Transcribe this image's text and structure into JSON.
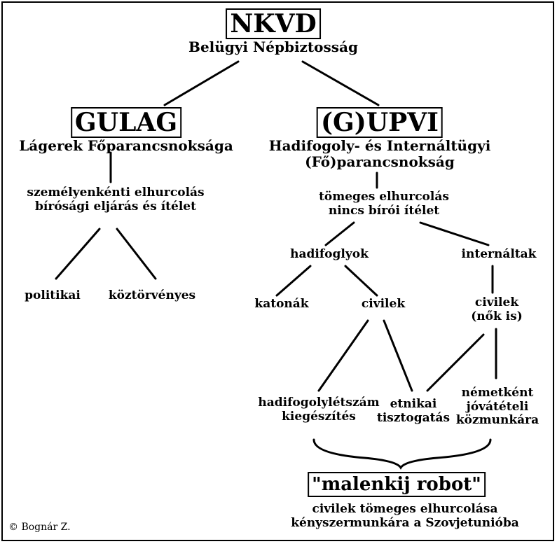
{
  "root": {
    "title": "NKVD",
    "subtitle": "Belügyi Népbiztosság"
  },
  "gulag": {
    "title": "GULAG",
    "subtitle": "Lágerek Főparancsnoksága",
    "method": [
      "személyenkénti elhurcolás",
      "bírósági eljárás és ítélet"
    ],
    "children": [
      "politikai",
      "köztörvényes"
    ]
  },
  "gupvi": {
    "title": "(G)UPVI",
    "subtitle": [
      "Hadifogoly- és Internáltügyi",
      "(Fő)parancsnokság"
    ],
    "method": [
      "tömeges elhurcolás",
      "nincs bírói ítélet"
    ],
    "hadifoglyok": {
      "label": "hadifoglyok",
      "children": [
        "katonák",
        "civilek"
      ]
    },
    "internaltak": {
      "label": "internáltak",
      "civilek": [
        "civilek",
        "(nők is)"
      ]
    },
    "outcomes": {
      "hadifogoly": [
        "hadifogolylétszám",
        "kiegészítés"
      ],
      "etnikai": [
        "etnikai",
        "tisztogatás"
      ],
      "nemetkent": [
        "németként",
        "jóvátételi",
        "közmunkára"
      ]
    }
  },
  "malenkij": {
    "title": "\"malenkij robot\"",
    "subtitle": [
      "civilek tömeges elhurcolása",
      "kényszermunkára a Szovjetunióba"
    ]
  },
  "copyright": "© Bognár Z."
}
